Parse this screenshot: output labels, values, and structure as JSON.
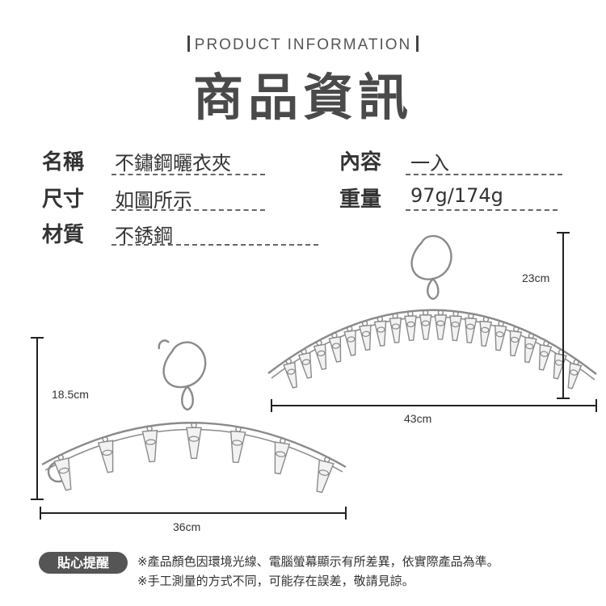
{
  "header": {
    "eyebrow": "PRODUCT INFORMATION",
    "title": "商品資訊"
  },
  "specs": {
    "name": {
      "label": "名稱",
      "value": "不鏽鋼曬衣夾"
    },
    "content": {
      "label": "內容",
      "value": "一入"
    },
    "size": {
      "label": "尺寸",
      "value": "如圖所示"
    },
    "weight": {
      "label": "重量",
      "value": "97g/174g"
    },
    "material": {
      "label": "材質",
      "value": "不銹鋼"
    }
  },
  "dimensions": {
    "large": {
      "height": "23cm",
      "width": "43cm"
    },
    "small": {
      "height": "18.5cm",
      "width": "36cm"
    }
  },
  "tips": {
    "badge": "貼心提醒",
    "notes": [
      "※產品顏色因環境光線、電腦螢幕顯示有所差異，依實際產品為準。",
      "※手工測量的方式不同，可能存在誤差，敬請見諒。"
    ]
  },
  "colors": {
    "text": "#333333",
    "badge": "#555555",
    "metal": "#8a8a8a"
  }
}
